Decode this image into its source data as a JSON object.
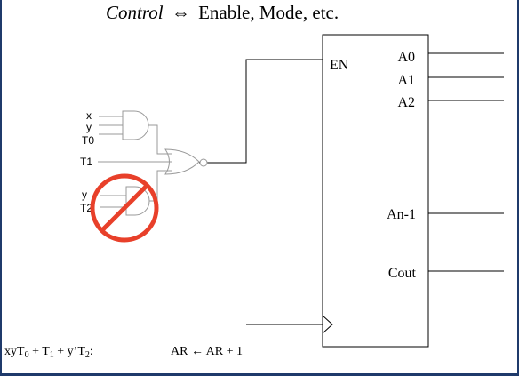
{
  "title": {
    "control": "Control",
    "arrow": "⇔",
    "rest": "Enable, Mode, etc."
  },
  "gates": {
    "and1_inputs": [
      "x",
      "y",
      "T0"
    ],
    "or_extra_input": "T1",
    "and2_inputs": [
      "y",
      "T2"
    ]
  },
  "register": {
    "enable_label": "EN",
    "outputs": [
      "A0",
      "A1",
      "A2",
      "An-1"
    ],
    "carry_label": "Cout"
  },
  "equation": {
    "lhs_prefix": "xyT",
    "sub0": "0",
    "plus1": " + T",
    "sub1": "1",
    "plus2": " + y’T",
    "sub2": "2",
    "colon": ":",
    "rhs": "AR ← AR + 1"
  },
  "colors": {
    "frame": "#1f3a6b",
    "line": "#000000",
    "gate": "#999999",
    "prohibited": "#e8402a"
  },
  "icons": [
    "prohibited-icon",
    "clock-triangle-icon"
  ]
}
